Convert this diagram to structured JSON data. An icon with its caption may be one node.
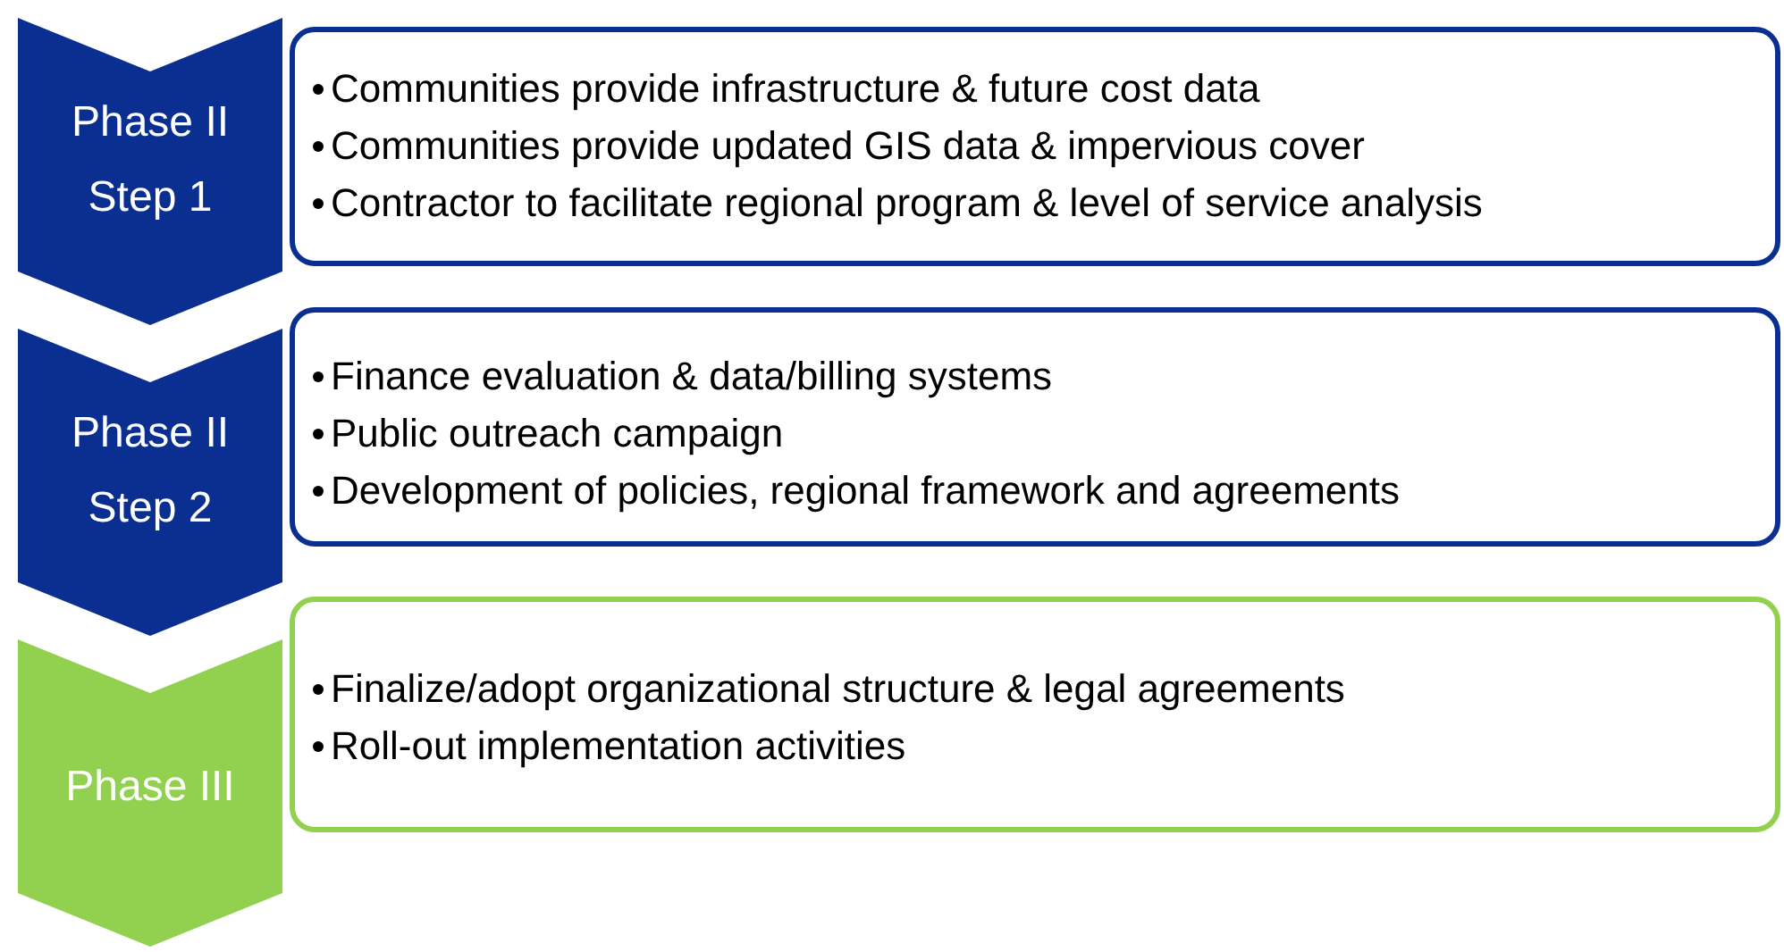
{
  "diagram": {
    "nodes": [
      {
        "text": [
          "Phase II Step 1"
        ]
      },
      {
        "text": [
          "Communities provide infrastructure & future cost data",
          "Communities provide updated GIS data & impervious cover",
          "Contractor to facilitate regional program & level of service analysis"
        ]
      },
      {
        "text": [
          "Phase II Step 2"
        ]
      },
      {
        "text": [
          "Finance evaluation & data/billing systems",
          "Public outreach campaign",
          "Development of policies, regional framework and agreements"
        ]
      },
      {
        "text": [
          "Phase III"
        ]
      },
      {
        "text": [
          "Finalize/adopt organizational structure & legal agreements",
          "Roll-out implementation activities"
        ]
      }
    ]
  }
}
